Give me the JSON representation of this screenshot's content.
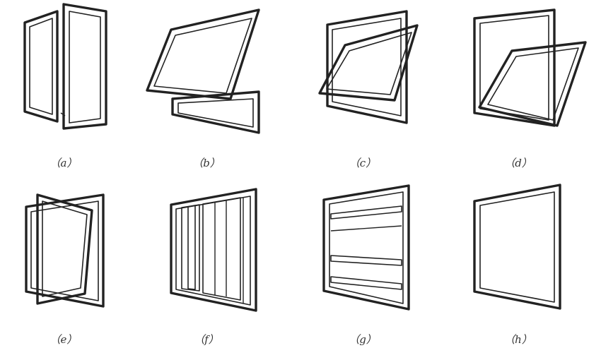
{
  "figure": {
    "background": "#ffffff",
    "line_color": "#222222",
    "panels": [
      {
        "id": "a",
        "label": "（a）"
      },
      {
        "id": "b",
        "label": "（b）"
      },
      {
        "id": "c",
        "label": "（c）"
      },
      {
        "id": "d",
        "label": "（d）"
      },
      {
        "id": "e",
        "label": "（e）"
      },
      {
        "id": "f",
        "label": "（f）"
      },
      {
        "id": "g",
        "label": "（g）"
      },
      {
        "id": "h",
        "label": "（h）"
      }
    ]
  }
}
